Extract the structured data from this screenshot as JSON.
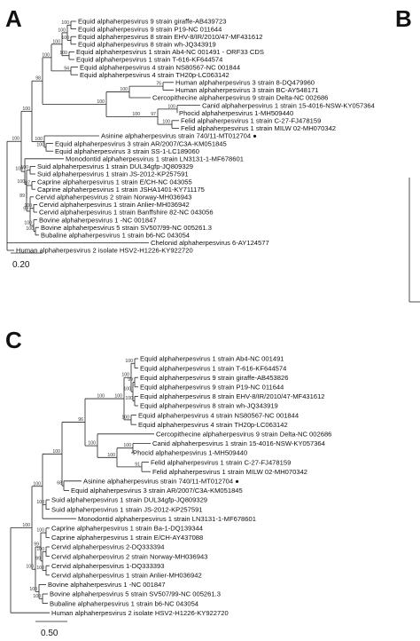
{
  "panels": {
    "A": {
      "letter": "A",
      "scale_label": "0.20",
      "leaves": [
        "Equid alphaherpesvirus 9 strain giraffe-AB439723",
        "Equid alphaherpesvirus 9 strain P19-NC 011644",
        "Equid alphaherpesvirus 8 strain EHV-8/IR/2010/47-MF431612",
        "Equid alphaherpesvirus 8 strain wh-JQ343919",
        "Equid alphaherpesvirus 1 strain Ab4-NC 001491 - ORF33 CDS",
        "Equid alphaherpesvirus 1 strain T-616-KF644574",
        "Equid alphaherpesvirus 4 strain NS80567-NC 001844",
        "Equid alphaherpesvirus 4 strain TH20p-LC063142",
        "Human alphaherpesvirus 3 strain 8-DQ479960",
        "Human alphaherpesvirus 3 strain BC-AY548171",
        "Cercopithecine alphaherpesvirus 9 strain Delta-NC 002686",
        "Canid alphaherpesvirus 1 strain 15-4016-NSW-KY057364",
        "Phocid alphaherpesvirus 1-MH509440",
        "Felid alphaherpesvirus 1 strain C-27-FJ478159",
        "Felid alphaherpesvirus 1 strain MILW 02-MH070342",
        "Asinine alphaherpesvirus strain 740/11-MT012704 ●",
        "Equid alphaherpesvirus 3 strain AR/2007/C3A-KM051845",
        "Equid alphaherpesvirus 3 strain SS-1-LC189060",
        "Monodontid alphaherpesvirus 1 strain LN3131-1-MF678601",
        "Suid alphaherpesvirus 1 strain DUL34gfp-JQ809329",
        "Suid alphaherpesvirus 1 strain JS-2012-KP257591",
        "Caprine alphaherpesvirus 1 strain E/CH-NC 043055",
        "Caprine alphaherpesvirus 1 strain JSHA1401-KY711175",
        "Cervid alphaherpesvirus 2 strain Norway-MH036943",
        "Cervid alphaherpesvirus 1 strain Anlier-MH036942",
        "Cervid alphaherpesvirus 1 strain Banffshire 82-NC 043056",
        "Bovine alphaherpesvirus 1 -NC 001847",
        "Bovine alphaherpesvirus 5 strain SV507/99-NC 005261.3",
        "Bubaline alphaherpesvirus 1 strain b6-NC 043054",
        "Chelonid alphaherpesvirus 6-AY124577",
        "Human alphaherpesvirus 2 isolate HSV2-H1226-KY922720"
      ],
      "bootstrap": [
        "100",
        "100",
        "100",
        "100",
        "100",
        "94",
        "100",
        "76",
        "100",
        "100",
        "100",
        "97",
        "100",
        "100",
        "98",
        "100",
        "100",
        "100",
        "100",
        "97",
        "100",
        "100",
        "100",
        "99",
        "89",
        "100",
        "100",
        "100"
      ]
    },
    "B": {
      "letter": "B"
    },
    "C": {
      "letter": "C",
      "scale_label": "0.50",
      "leaves": [
        "Equid alphaherpesvirus 1 strain Ab4-NC 001491",
        "Equid alphaherpesvirus 1 strain T-616-KF644574",
        "Equid alphaherpesvirus 9 strain giraffe-AB453826",
        "Equid alphaherpesvirus 9 strain P19-NC 011644",
        "Equid alphaherpesvirus 8 strain EHV-8/IR/2010/47-MF431612",
        "Equid alphaherpesvirus 8 strain wh-JQ343919",
        "Equid alphaherpesvirus 4 strain NS80567-NC 001844",
        "Equid alphaherpesvirus 4 strain TH20p-LC063142",
        "Cercopithecine alphaherpesvirus 9 strain Delta-NC 002686",
        "Canid alphaherpesvirus 1 strain 15-4016-NSW-KY057364",
        "Phocid alphaherpesvirus 1-MH509440",
        "Felid alphaherpesvirus 1 strain C-27-FJ478159",
        "Felid alphaherpesvirus 1 strain MILW 02-MH070342",
        "Asinine alphaherpesvirus strain 740/11-MT012704 ●",
        "Equid alphaherpesvirus 3 strain AR/2007/C3A-KM051845",
        "Suid alphaherpesvirus 1 strain DUL34gfp-JQ809329",
        "Suid alphaherpesvirus 1 strain JS-2012-KP257591",
        "Monodontid alphaherpesvirus 1 strain LN3131-1-MF678601",
        "Caprine alphaherpesvirus 1 strain Ba-1-DQ139344",
        "Caprine alphaherpesvirus 1 strain E/CH-AY437088",
        "Cervid alphaherpesvirus 2-DQ333394",
        "Cervid alphaherpesvirus 2 strain Norway-MH036943",
        "Cervid alphaherpesvirus 1-DQ333393",
        "Cervid alphaherpesvirus 1 strain Anlier-MH036942",
        "Bovine alphaherpesvirus 1 -NC 001847",
        "Bovine alphaherpesvirus 5 strain SV507/99-NC 005261.3",
        "Bubaline alphaherpesvirus 1 strain b6-NC 043054",
        "Human alphaherpesvirus 2 isolate HSV2-H1226-KY922720"
      ],
      "bootstrap": [
        "100",
        "99",
        "100",
        "100",
        "100",
        "100",
        "100",
        "100",
        "100",
        "91",
        "100",
        "100",
        "96",
        "68",
        "100",
        "100",
        "100",
        "100",
        "100",
        "100",
        "99",
        "99",
        "100",
        "100",
        "100",
        "100",
        "100",
        "100"
      ]
    }
  }
}
